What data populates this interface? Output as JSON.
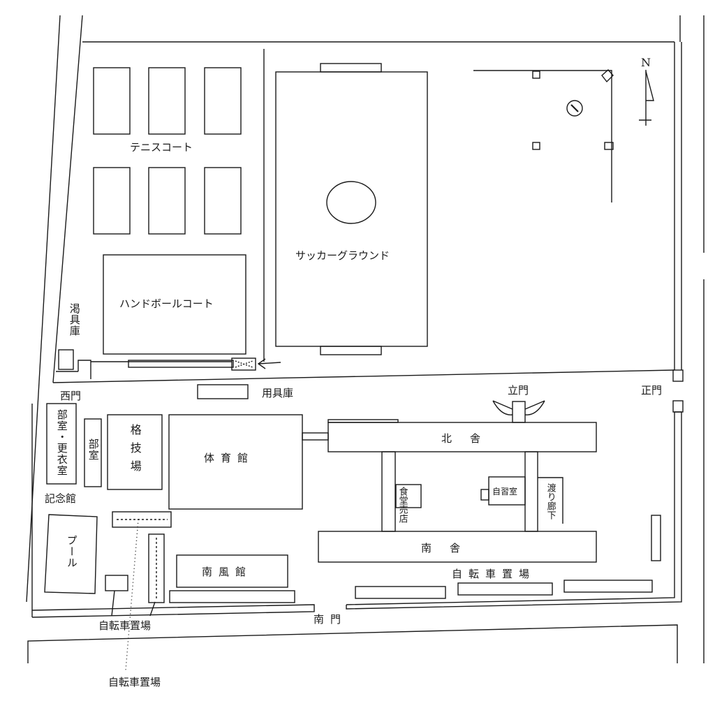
{
  "map": {
    "labels": {
      "tennis_court": "テニスコート",
      "soccer_ground": "サッカーグラウンド",
      "handball_court": "ハンドボールコート",
      "equipment_storage_west": "渇具庫",
      "equipment_storage": "用具庫",
      "west_gate": "西門",
      "front_gate": "正門",
      "standing_gate": "立門",
      "club_room_changing": "部室・更衣室",
      "club_room": "部室",
      "martial_arts_hall": "格技場",
      "gymnasium": "体育館",
      "north_building": "北舎",
      "south_building": "南舎",
      "memorial_hall": "記念館",
      "pool": "プール",
      "nanpukan": "南風館",
      "bicycle_parking_east": "自転車置場",
      "bicycle_parking_south": "自転車置場",
      "bicycle_parking_bottom": "自転車置場",
      "south_gate": "南門",
      "cafeteria": "食堂売店",
      "self_study_room": "自習室",
      "connecting_corridor": "渡り廊下",
      "north_arrow": "N"
    },
    "colors": {
      "ink": "#1a1a1a",
      "paper": "#ffffff"
    },
    "icons": {
      "north_arrow": "north-arrow-icon",
      "clock": "clock-icon"
    }
  }
}
